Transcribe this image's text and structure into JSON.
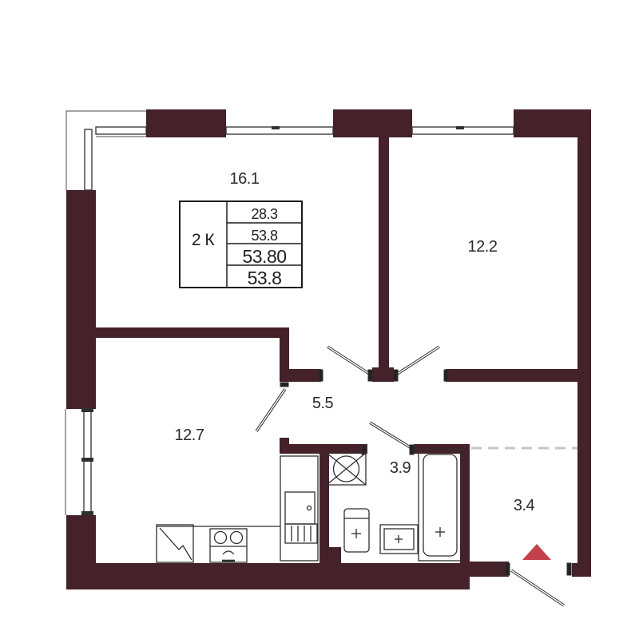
{
  "floor_plan": {
    "stamp": {
      "type_label": "2 К",
      "rows": [
        "28.3",
        "53.8",
        "53.80",
        "53.8"
      ]
    },
    "rooms": [
      {
        "id": "living-room-1",
        "area": "16.1"
      },
      {
        "id": "living-room-2",
        "area": "12.2"
      },
      {
        "id": "kitchen-living",
        "area": "12.7"
      },
      {
        "id": "hallway",
        "area": "5.5"
      },
      {
        "id": "bathroom",
        "area": "3.9"
      },
      {
        "id": "entry-zone",
        "area": "3.4"
      }
    ],
    "colors": {
      "wall": "#45212a",
      "line": "#2f2f2f",
      "entrance_marker": "#c2414b",
      "zone_dash": "#c6c6c6",
      "background": "#ffffff"
    },
    "icons": [
      "entrance-triangle-icon",
      "stove-icon",
      "fridge-icon",
      "kitchen-sink-icon",
      "washing-machine-icon",
      "toilet-icon",
      "sink-icon",
      "bathtub-icon",
      "door-swing-icon",
      "window-icon"
    ]
  }
}
